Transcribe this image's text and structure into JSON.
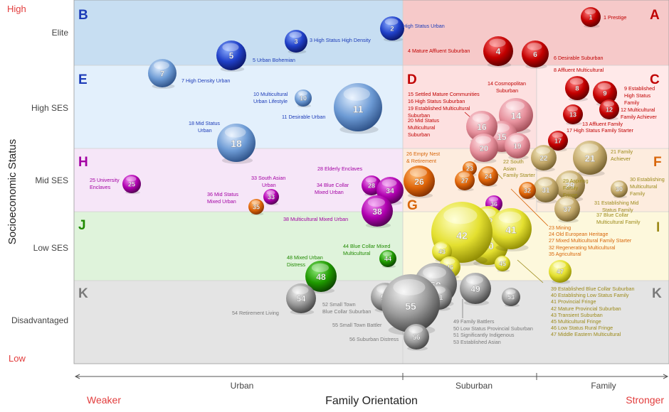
{
  "colors": {
    "red": "#c00000",
    "blue": "#1c3bb8",
    "purple": "#a300a3",
    "green": "#1f8a00",
    "orange": "#d8660a",
    "gold": "#9c8a1a",
    "gray": "#7a7a7a",
    "axis_red": "#e23c3c"
  },
  "y_axis": {
    "title": "Socioeconomic Status",
    "high": "High",
    "low": "Low",
    "levels": [
      "Elite",
      "High SES",
      "Mid SES",
      "Low SES",
      "Disadvantaged"
    ]
  },
  "x_axis": {
    "title": "Family Orientation",
    "weaker": "Weaker",
    "stronger": "Stronger",
    "sections": [
      "Urban",
      "Suburban",
      "Family"
    ]
  },
  "regions": [
    {
      "id": "A",
      "letter": "A",
      "color": "red",
      "fill": "#f6c9c9"
    },
    {
      "id": "B",
      "letter": "B",
      "color": "blue",
      "fill": "#c7def2"
    },
    {
      "id": "C",
      "letter": "C",
      "color": "red",
      "fill": "#ffe9e9"
    },
    {
      "id": "D",
      "letter": "D",
      "color": "red",
      "fill": "#fde0e0"
    },
    {
      "id": "E",
      "letter": "E",
      "color": "blue",
      "fill": "#e3f0fc"
    },
    {
      "id": "F",
      "letter": "F",
      "color": "orange",
      "fill": "#fdecde"
    },
    {
      "id": "G",
      "letter": "G",
      "color": "orange",
      "fill": "#fdecde"
    },
    {
      "id": "H",
      "letter": "H",
      "color": "purple",
      "fill": "#f6e6f8"
    },
    {
      "id": "I",
      "letter": "I",
      "color": "gold",
      "fill": "#fdf8dc"
    },
    {
      "id": "J",
      "letter": "J",
      "color": "green",
      "fill": "#dff3db"
    },
    {
      "id": "K1",
      "letter": "K",
      "color": "gray",
      "fill": "#e4e4e4"
    },
    {
      "id": "K2",
      "letter": "K",
      "color": "gray",
      "fill": "#e4e4e4"
    }
  ],
  "bubbles": [
    {
      "n": "1",
      "color": "red"
    },
    {
      "n": "2",
      "color": "blue"
    },
    {
      "n": "3",
      "color": "blue"
    },
    {
      "n": "4",
      "color": "red"
    },
    {
      "n": "5",
      "color": "blue"
    },
    {
      "n": "6",
      "color": "red"
    },
    {
      "n": "7",
      "color": "ltblue"
    },
    {
      "n": "8",
      "color": "red"
    },
    {
      "n": "9",
      "color": "red"
    },
    {
      "n": "10",
      "color": "ltblue"
    },
    {
      "n": "11",
      "color": "ltblue"
    },
    {
      "n": "12",
      "color": "red"
    },
    {
      "n": "13",
      "color": "red"
    },
    {
      "n": "14",
      "color": "pink"
    },
    {
      "n": "15",
      "color": "pink"
    },
    {
      "n": "16",
      "color": "pink"
    },
    {
      "n": "17",
      "color": "red"
    },
    {
      "n": "18",
      "color": "ltblue"
    },
    {
      "n": "19",
      "color": "pink"
    },
    {
      "n": "20",
      "color": "pink"
    },
    {
      "n": "21",
      "color": "tan"
    },
    {
      "n": "22",
      "color": "tan"
    },
    {
      "n": "23",
      "color": "orange"
    },
    {
      "n": "24",
      "color": "orange"
    },
    {
      "n": "25",
      "color": "purple"
    },
    {
      "n": "26",
      "color": "orange"
    },
    {
      "n": "27",
      "color": "orange"
    },
    {
      "n": "28",
      "color": "purple"
    },
    {
      "n": "29",
      "color": "tan"
    },
    {
      "n": "30",
      "color": "tan"
    },
    {
      "n": "31",
      "color": "tan"
    },
    {
      "n": "32",
      "color": "orange"
    },
    {
      "n": "33",
      "color": "purple"
    },
    {
      "n": "34",
      "color": "purple"
    },
    {
      "n": "35",
      "color": "orange"
    },
    {
      "n": "36",
      "color": "purple"
    },
    {
      "n": "37",
      "color": "tan"
    },
    {
      "n": "38",
      "color": "purple"
    },
    {
      "n": "39",
      "color": "yellow"
    },
    {
      "n": "40",
      "color": "yellow"
    },
    {
      "n": "41",
      "color": "yellow"
    },
    {
      "n": "42",
      "color": "yellow"
    },
    {
      "n": "43",
      "color": "yellow"
    },
    {
      "n": "44",
      "color": "green"
    },
    {
      "n": "45",
      "color": "yellow"
    },
    {
      "n": "46",
      "color": "yellow"
    },
    {
      "n": "47",
      "color": "yellow"
    },
    {
      "n": "48",
      "color": "green"
    },
    {
      "n": "49",
      "color": "gray"
    },
    {
      "n": "50",
      "color": "gray"
    },
    {
      "n": "51",
      "color": "gray"
    },
    {
      "n": "52",
      "color": "gray"
    },
    {
      "n": "53",
      "color": "gray"
    },
    {
      "n": "54",
      "color": "gray"
    },
    {
      "n": "55",
      "color": "gray"
    },
    {
      "n": "56",
      "color": "gray"
    }
  ],
  "labels": [
    {
      "text": "1 Prestige",
      "color": "red"
    },
    {
      "text": "2 High Status Urban",
      "color": "blue"
    },
    {
      "text": "3 High Status High Density",
      "color": "blue"
    },
    {
      "text": "4 Mature Affluent Suburban",
      "color": "red"
    },
    {
      "text": "5 Urban Bohemian",
      "color": "blue"
    },
    {
      "text": "6 Desirable Suburban",
      "color": "red"
    },
    {
      "text": "7 High Density Urban",
      "color": "blue"
    },
    {
      "text": "8 Affluent Multicultural",
      "color": "red"
    },
    {
      "text": "9 Established",
      "color": "red"
    },
    {
      "text": "High Status",
      "color": "red"
    },
    {
      "text": "Family",
      "color": "red"
    },
    {
      "text": "10 Multicultural",
      "color": "blue"
    },
    {
      "text": "Urban Lifestyle",
      "color": "blue"
    },
    {
      "text": "11 Desirable Urban",
      "color": "blue"
    },
    {
      "text": "12 Multicultural",
      "color": "red"
    },
    {
      "text": "Family Achiever",
      "color": "red"
    },
    {
      "text": "13 Affluent Family",
      "color": "red"
    },
    {
      "text": "14 Cosmopolitan",
      "color": "red"
    },
    {
      "text": "Suburban",
      "color": "red"
    },
    {
      "text": "15 Settled Mature Communities",
      "color": "red"
    },
    {
      "text": "16 High Status Suburban",
      "color": "red"
    },
    {
      "text": "19 Established Multicultural",
      "color": "red"
    },
    {
      "text": "Suburban",
      "color": "red"
    },
    {
      "text": "20 Mid Status",
      "color": "red"
    },
    {
      "text": "Multicultural",
      "color": "red"
    },
    {
      "text": "Suburban",
      "color": "red"
    },
    {
      "text": "17 High Status Family Starter",
      "color": "red"
    },
    {
      "text": "18 Mid Status",
      "color": "blue"
    },
    {
      "text": "Urban",
      "color": "blue"
    },
    {
      "text": "21 Family",
      "color": "gold"
    },
    {
      "text": "Achiever",
      "color": "gold"
    },
    {
      "text": "22 South",
      "color": "gold"
    },
    {
      "text": "Asian",
      "color": "gold"
    },
    {
      "text": "Family Starter",
      "color": "gold"
    },
    {
      "text": "26 Empty Nest",
      "color": "orange"
    },
    {
      "text": "& Retirement",
      "color": "orange"
    },
    {
      "text": "25 University",
      "color": "purple"
    },
    {
      "text": "Enclaves",
      "color": "purple"
    },
    {
      "text": "28 Elderly Enclaves",
      "color": "purple"
    },
    {
      "text": "33 South Asian",
      "color": "purple"
    },
    {
      "text": "Urban",
      "color": "purple"
    },
    {
      "text": "34 Blue Collar",
      "color": "purple"
    },
    {
      "text": "Mixed Urban",
      "color": "purple"
    },
    {
      "text": "36 Mid Status",
      "color": "purple"
    },
    {
      "text": "Mixed Urban",
      "color": "purple"
    },
    {
      "text": "38 Multicultural Mixed Urban",
      "color": "purple"
    },
    {
      "text": "29 Aspiring",
      "color": "gold"
    },
    {
      "text": "Family",
      "color": "gold"
    },
    {
      "text": "Fringe",
      "color": "gold"
    },
    {
      "text": "30 Establishing",
      "color": "gold"
    },
    {
      "text": "Multicultural",
      "color": "gold"
    },
    {
      "text": "Family",
      "color": "gold"
    },
    {
      "text": "31 Establishing Mid",
      "color": "gold"
    },
    {
      "text": "Status Family",
      "color": "gold"
    },
    {
      "text": "37 Blue Collar",
      "color": "gold"
    },
    {
      "text": "Multicultural Family",
      "color": "gold"
    },
    {
      "text": "23 Mining",
      "color": "orange"
    },
    {
      "text": "24 Old European Heritage",
      "color": "orange"
    },
    {
      "text": "27 Mixed Multicultural Family Starter",
      "color": "orange"
    },
    {
      "text": "32 Regenerating Multicultural",
      "color": "orange"
    },
    {
      "text": "35 Agricultural",
      "color": "orange"
    },
    {
      "text": "44 Blue Collar Mixed",
      "color": "green"
    },
    {
      "text": "Multicultural",
      "color": "green"
    },
    {
      "text": "48 Mixed Urban",
      "color": "green"
    },
    {
      "text": "Distress",
      "color": "green"
    },
    {
      "text": "39 Established Blue Collar Suburban",
      "color": "gold"
    },
    {
      "text": "40 Establishing Low Status Family",
      "color": "gold"
    },
    {
      "text": "41 Provincial Fringe",
      "color": "gold"
    },
    {
      "text": "42 Mature Provincial Suburban",
      "color": "gold"
    },
    {
      "text": "43 Transient Suburban",
      "color": "gold"
    },
    {
      "text": "45 Multicultural Fringe",
      "color": "gold"
    },
    {
      "text": "46 Low Status Rural Fringe",
      "color": "gold"
    },
    {
      "text": "47 Middle Eastern Multicultural",
      "color": "gold"
    },
    {
      "text": "52 Small Town",
      "color": "gray"
    },
    {
      "text": "Blue Collar Suburban",
      "color": "gray"
    },
    {
      "text": "54 Retirement Living",
      "color": "gray"
    },
    {
      "text": "55 Small Town Battler",
      "color": "gray"
    },
    {
      "text": "56 Suburban Distress",
      "color": "gray"
    },
    {
      "text": "49 Family Battlers",
      "color": "gray"
    },
    {
      "text": "50 Low Status Provincial Suburban",
      "color": "gray"
    },
    {
      "text": "51 Significantly Indigenous",
      "color": "gray"
    },
    {
      "text": "53 Established Asian",
      "color": "gray"
    }
  ]
}
